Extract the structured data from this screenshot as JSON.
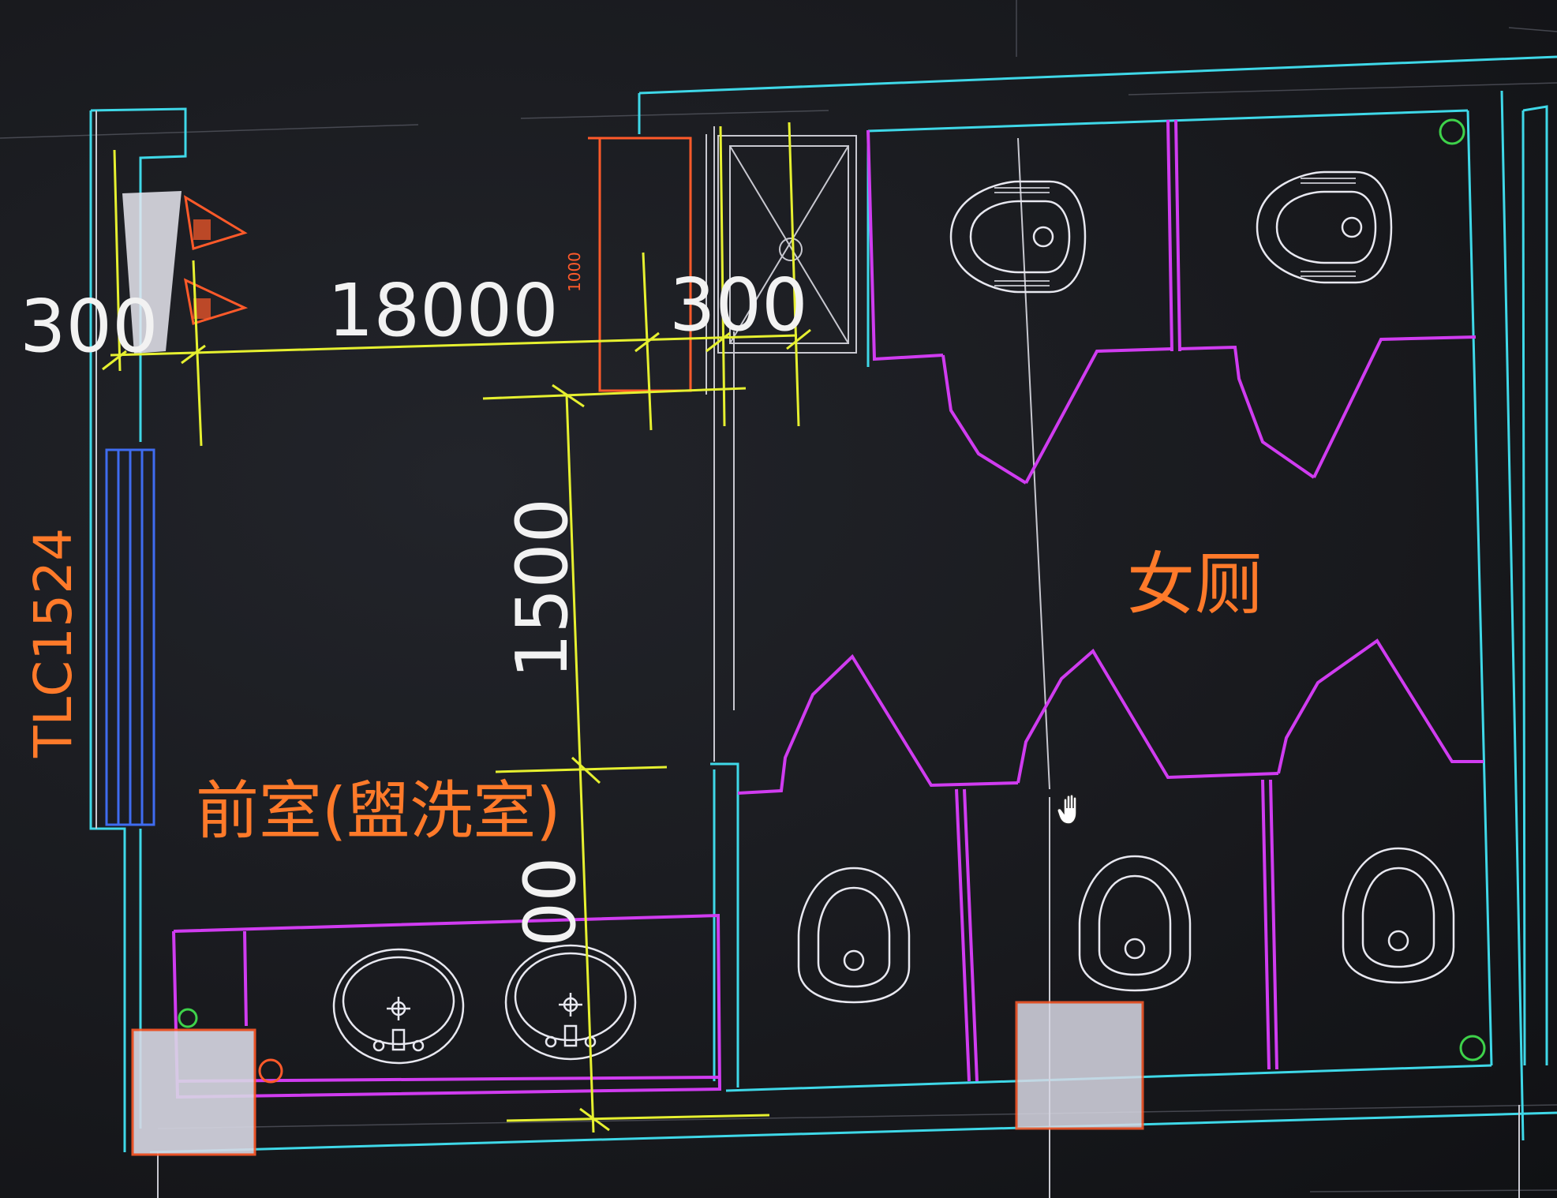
{
  "drawing": {
    "background_color": "#17181c",
    "colors": {
      "wall_cyan": "#3fd8e8",
      "partition_magenta": "#d03cf0",
      "dimension_yellow": "#e6f030",
      "fixture_white": "#e8e8f0",
      "label_orange": "#ff7a2a",
      "axis_green": "#3ed24a",
      "door_red": "#ff5a2a",
      "window_blue": "#3f6cf0"
    },
    "dimensions": {
      "left_300": "300",
      "width_1800": "18000",
      "right_300": "300",
      "small_1000": "1000",
      "vertical_1500": "1500",
      "vertical_lower": "00"
    },
    "labels": {
      "window_tag": "TLC1524",
      "anteroom": "前室(盥洗室)",
      "womens_restroom": "女厕"
    },
    "icons": {
      "cursor": "pan-hand-icon",
      "squat_toilet": "squat-toilet-icon",
      "washbasin": "washbasin-icon",
      "floor_drain": "floor-drain-icon",
      "shower": "shower-tray-icon"
    }
  }
}
